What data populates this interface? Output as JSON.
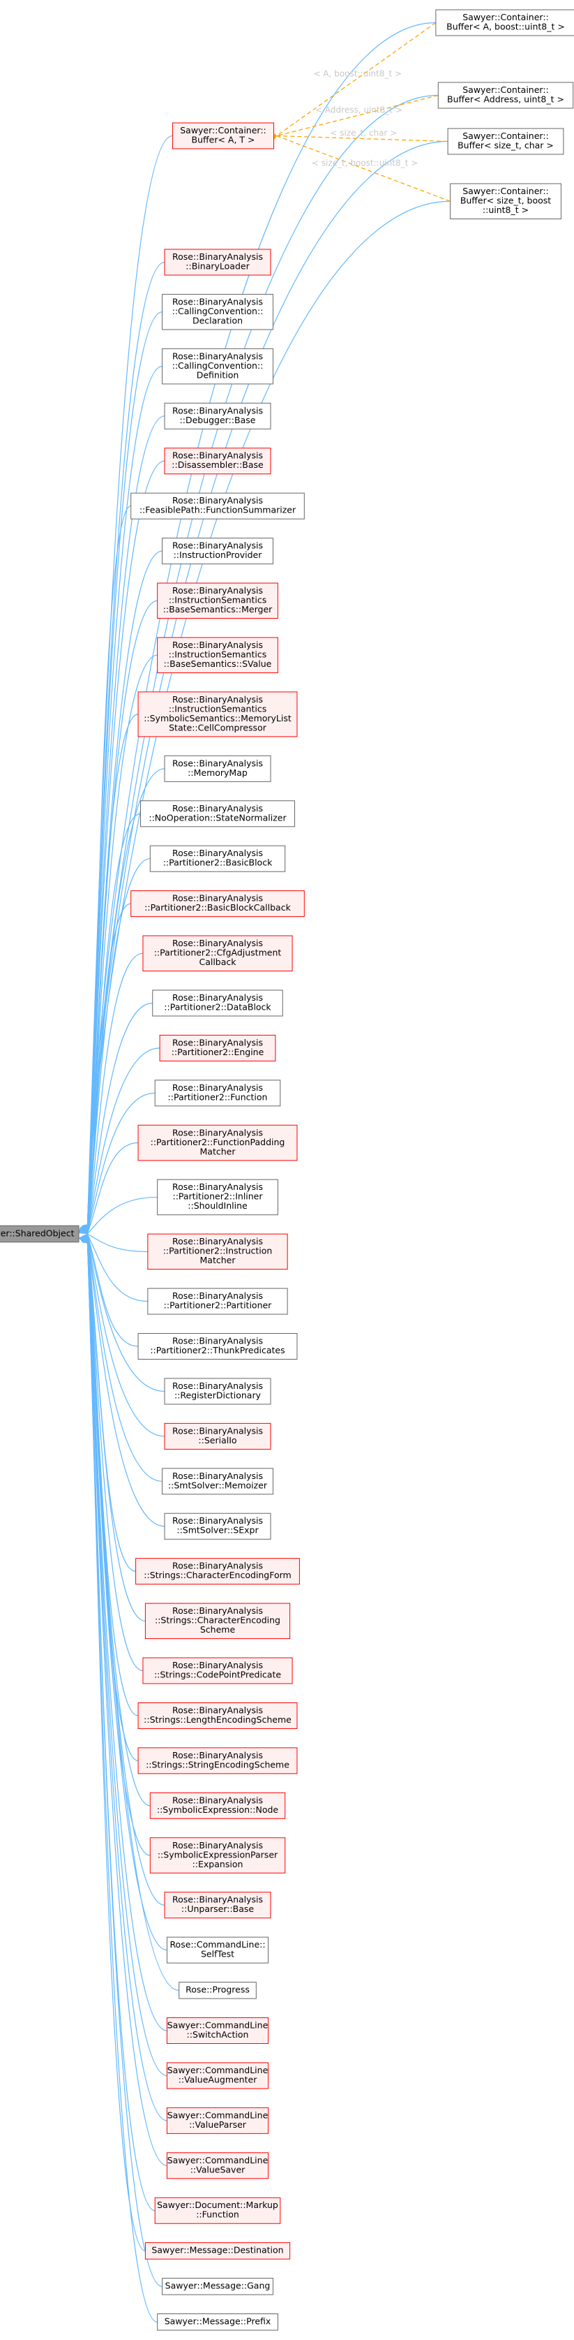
{
  "colors": {
    "edge_inherit": "#63b8ff",
    "edge_template": "#ffa500",
    "border_normal": "#666666",
    "border_red": "#ff0000",
    "fill_red": "#fff0f0",
    "fill_root": "#999999",
    "label_gray": "#c8c8c8"
  },
  "root": {
    "name": "root-node",
    "lines": [
      "Sawyer::SharedObject"
    ]
  },
  "template_base": {
    "name": "node-container-buffer-a-t",
    "lines": [
      "Sawyer::Container::",
      "Buffer< A, T >"
    ],
    "red": true
  },
  "instances": [
    {
      "name": "node-buffer-a-uint8",
      "lines": [
        "Sawyer::Container::",
        "Buffer< A, boost::uint8_t >"
      ],
      "label": "< A, boost::uint8_t >"
    },
    {
      "name": "node-buffer-address-uint8",
      "lines": [
        "Sawyer::Container::",
        "Buffer< Address, uint8_t >"
      ],
      "label": "< Address, uint8_t >"
    },
    {
      "name": "node-buffer-size-char",
      "lines": [
        "Sawyer::Container::",
        "Buffer< size_t, char >"
      ],
      "label": "< size_t, char >"
    },
    {
      "name": "node-buffer-size-uint8",
      "lines": [
        "Sawyer::Container::",
        "Buffer< size_t, boost",
        "::uint8_t >"
      ],
      "label": "< size_t, boost::uint8_t >"
    }
  ],
  "derived": [
    {
      "lines": [
        "Rose::BinaryAnalysis",
        "::BinaryLoader"
      ],
      "red": true
    },
    {
      "lines": [
        "Rose::BinaryAnalysis",
        "::CallingConvention::",
        "Declaration"
      ],
      "red": false
    },
    {
      "lines": [
        "Rose::BinaryAnalysis",
        "::CallingConvention::",
        "Definition"
      ],
      "red": false
    },
    {
      "lines": [
        "Rose::BinaryAnalysis",
        "::Debugger::Base"
      ],
      "red": false
    },
    {
      "lines": [
        "Rose::BinaryAnalysis",
        "::Disassembler::Base"
      ],
      "red": true
    },
    {
      "lines": [
        "Rose::BinaryAnalysis",
        "::FeasiblePath::FunctionSummarizer"
      ],
      "red": false
    },
    {
      "lines": [
        "Rose::BinaryAnalysis",
        "::InstructionProvider"
      ],
      "red": false
    },
    {
      "lines": [
        "Rose::BinaryAnalysis",
        "::InstructionSemantics",
        "::BaseSemantics::Merger"
      ],
      "red": true
    },
    {
      "lines": [
        "Rose::BinaryAnalysis",
        "::InstructionSemantics",
        "::BaseSemantics::SValue"
      ],
      "red": true
    },
    {
      "lines": [
        "Rose::BinaryAnalysis",
        "::InstructionSemantics",
        "::SymbolicSemantics::MemoryList",
        "State::CellCompressor"
      ],
      "red": true
    },
    {
      "lines": [
        "Rose::BinaryAnalysis",
        "::MemoryMap"
      ],
      "red": false
    },
    {
      "lines": [
        "Rose::BinaryAnalysis",
        "::NoOperation::StateNormalizer"
      ],
      "red": false
    },
    {
      "lines": [
        "Rose::BinaryAnalysis",
        "::Partitioner2::BasicBlock"
      ],
      "red": false
    },
    {
      "lines": [
        "Rose::BinaryAnalysis",
        "::Partitioner2::BasicBlockCallback"
      ],
      "red": true
    },
    {
      "lines": [
        "Rose::BinaryAnalysis",
        "::Partitioner2::CfgAdjustment",
        "Callback"
      ],
      "red": true
    },
    {
      "lines": [
        "Rose::BinaryAnalysis",
        "::Partitioner2::DataBlock"
      ],
      "red": false
    },
    {
      "lines": [
        "Rose::BinaryAnalysis",
        "::Partitioner2::Engine"
      ],
      "red": true
    },
    {
      "lines": [
        "Rose::BinaryAnalysis",
        "::Partitioner2::Function"
      ],
      "red": false
    },
    {
      "lines": [
        "Rose::BinaryAnalysis",
        "::Partitioner2::FunctionPadding",
        "Matcher"
      ],
      "red": true
    },
    {
      "lines": [
        "Rose::BinaryAnalysis",
        "::Partitioner2::Inliner",
        "::ShouldInline"
      ],
      "red": false
    },
    {
      "lines": [
        "Rose::BinaryAnalysis",
        "::Partitioner2::Instruction",
        "Matcher"
      ],
      "red": true
    },
    {
      "lines": [
        "Rose::BinaryAnalysis",
        "::Partitioner2::Partitioner"
      ],
      "red": false
    },
    {
      "lines": [
        "Rose::BinaryAnalysis",
        "::Partitioner2::ThunkPredicates"
      ],
      "red": false
    },
    {
      "lines": [
        "Rose::BinaryAnalysis",
        "::RegisterDictionary"
      ],
      "red": false
    },
    {
      "lines": [
        "Rose::BinaryAnalysis",
        "::SerialIo"
      ],
      "red": true
    },
    {
      "lines": [
        "Rose::BinaryAnalysis",
        "::SmtSolver::Memoizer"
      ],
      "red": false
    },
    {
      "lines": [
        "Rose::BinaryAnalysis",
        "::SmtSolver::SExpr"
      ],
      "red": false
    },
    {
      "lines": [
        "Rose::BinaryAnalysis",
        "::Strings::CharacterEncodingForm"
      ],
      "red": true
    },
    {
      "lines": [
        "Rose::BinaryAnalysis",
        "::Strings::CharacterEncoding",
        "Scheme"
      ],
      "red": true
    },
    {
      "lines": [
        "Rose::BinaryAnalysis",
        "::Strings::CodePointPredicate"
      ],
      "red": true
    },
    {
      "lines": [
        "Rose::BinaryAnalysis",
        "::Strings::LengthEncodingScheme"
      ],
      "red": true
    },
    {
      "lines": [
        "Rose::BinaryAnalysis",
        "::Strings::StringEncodingScheme"
      ],
      "red": true
    },
    {
      "lines": [
        "Rose::BinaryAnalysis",
        "::SymbolicExpression::Node"
      ],
      "red": true
    },
    {
      "lines": [
        "Rose::BinaryAnalysis",
        "::SymbolicExpressionParser",
        "::Expansion"
      ],
      "red": true
    },
    {
      "lines": [
        "Rose::BinaryAnalysis",
        "::Unparser::Base"
      ],
      "red": true
    },
    {
      "lines": [
        "Rose::CommandLine::",
        "SelfTest"
      ],
      "red": false
    },
    {
      "lines": [
        "Rose::Progress"
      ],
      "red": false
    },
    {
      "lines": [
        "Sawyer::CommandLine",
        "::SwitchAction"
      ],
      "red": true
    },
    {
      "lines": [
        "Sawyer::CommandLine",
        "::ValueAugmenter"
      ],
      "red": true
    },
    {
      "lines": [
        "Sawyer::CommandLine",
        "::ValueParser"
      ],
      "red": true
    },
    {
      "lines": [
        "Sawyer::CommandLine",
        "::ValueSaver"
      ],
      "red": true
    },
    {
      "lines": [
        "Sawyer::Document::Markup",
        "::Function"
      ],
      "red": true
    },
    {
      "lines": [
        "Sawyer::Message::Destination"
      ],
      "red": true
    },
    {
      "lines": [
        "Sawyer::Message::Gang"
      ],
      "red": false
    },
    {
      "lines": [
        "Sawyer::Message::Prefix"
      ],
      "red": false
    }
  ]
}
